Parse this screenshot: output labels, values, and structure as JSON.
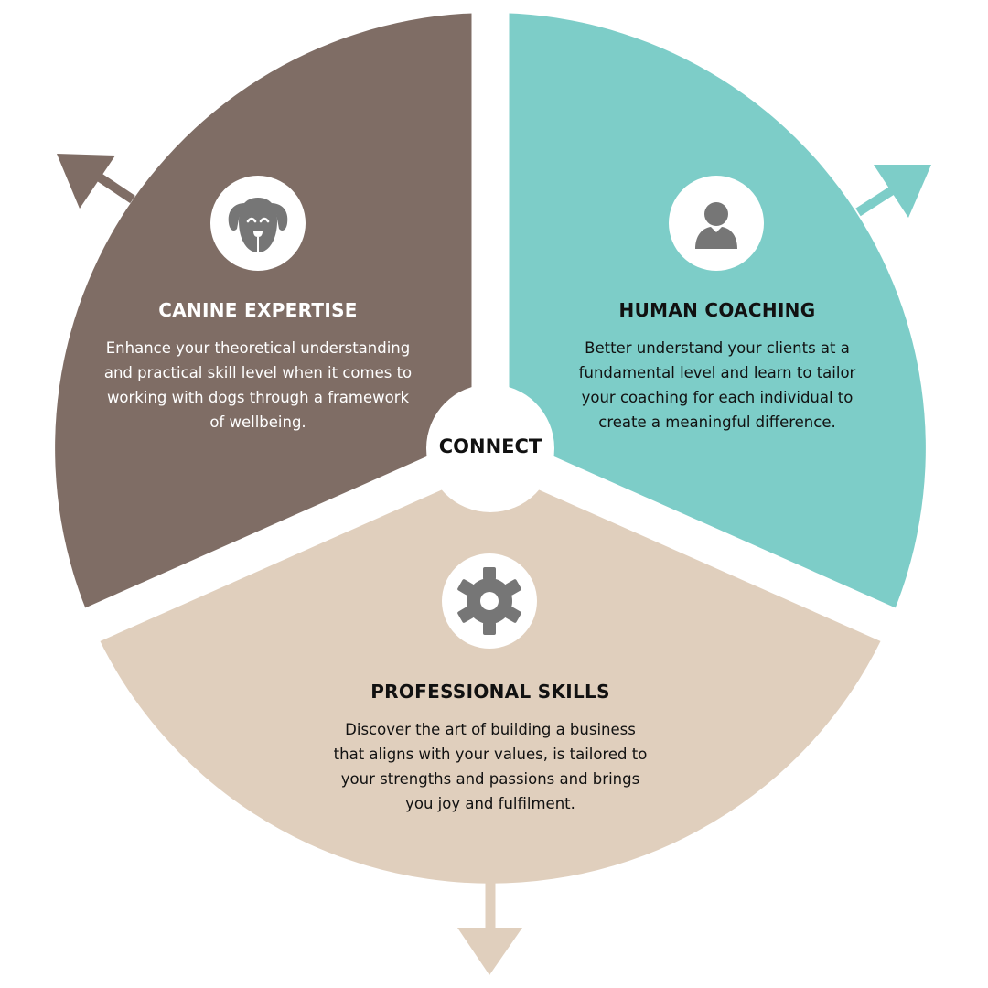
{
  "center_label": "CONNECT",
  "segments": {
    "canine": {
      "title": "CANINE EXPERTISE",
      "icon": "dog-icon",
      "color": "#7f6d65",
      "description": "Enhance your theoretical understanding and practical skill level when it comes to working with dogs through a framework of wellbeing."
    },
    "human": {
      "title": "HUMAN COACHING",
      "icon": "person-icon",
      "color": "#7dcdc8",
      "description": "Better understand your clients at a fundamental level and learn to tailor your coaching for each individual to create a meaningful difference."
    },
    "professional": {
      "title": "PROFESSIONAL SKILLS",
      "icon": "gear-icon",
      "color": "#e0cfbd",
      "description": "Discover the art of building a business that aligns with your values, is tailored to your strengths and passions and brings you joy and fulfilment."
    }
  }
}
